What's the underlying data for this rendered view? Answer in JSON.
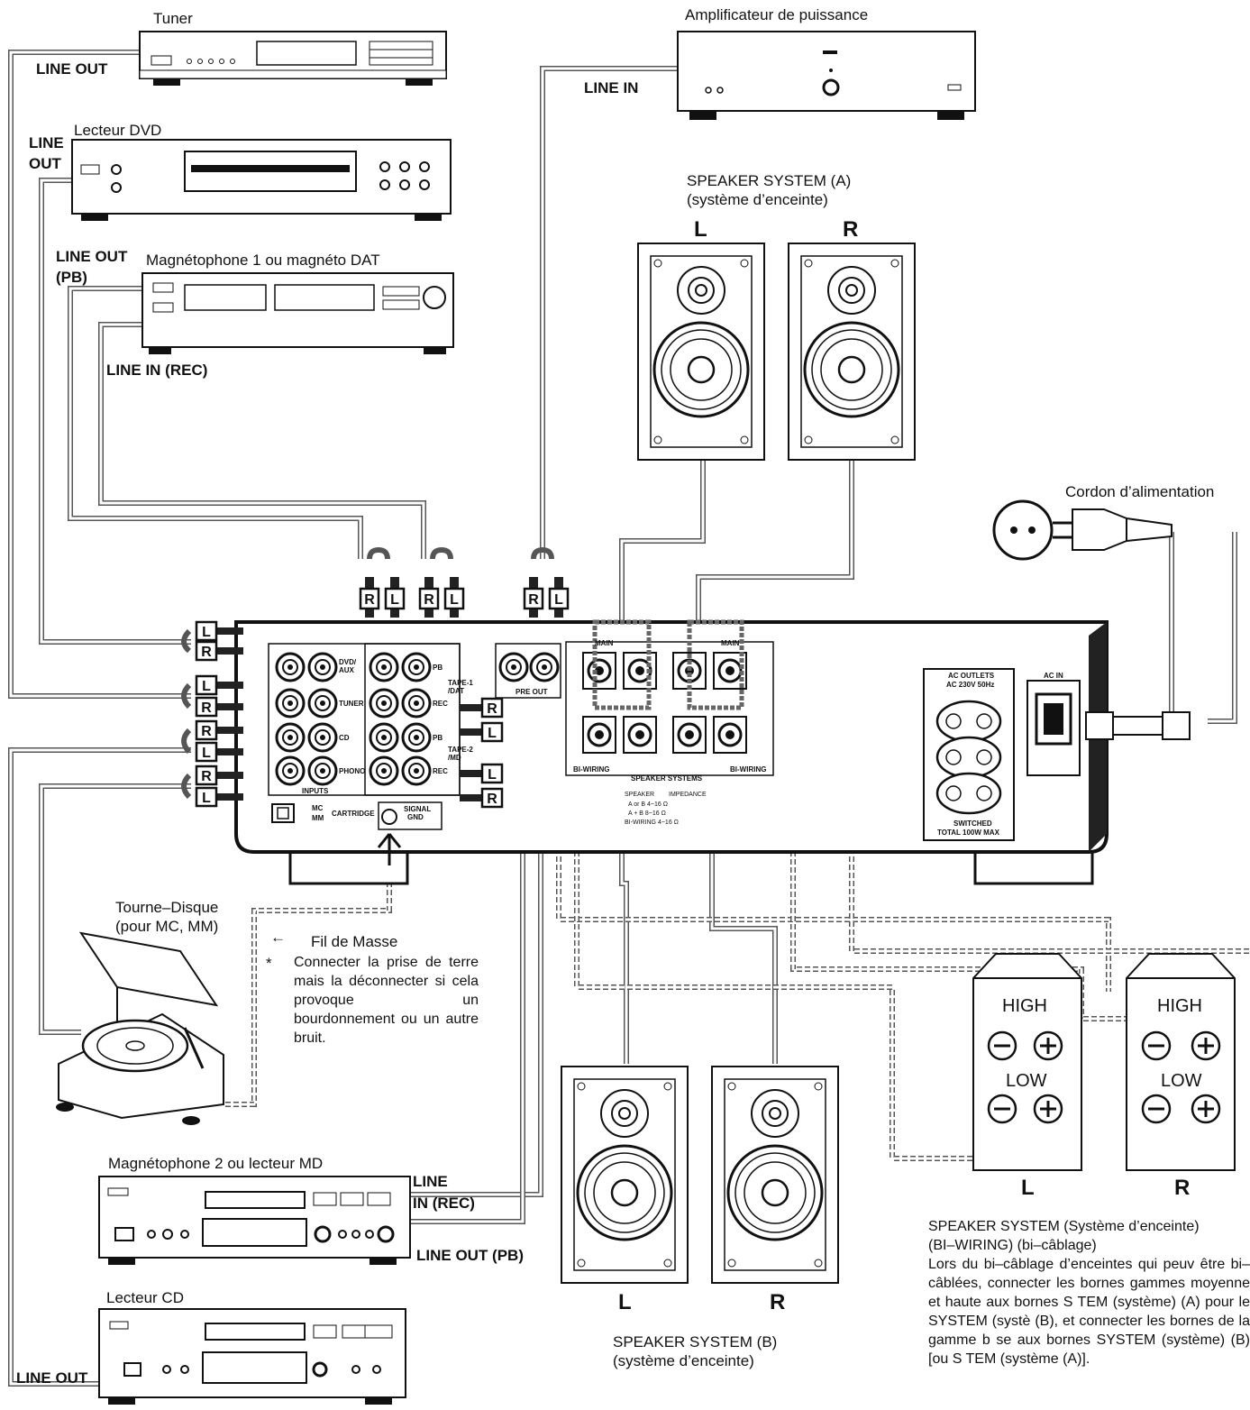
{
  "devices": {
    "tuner": "Tuner",
    "power_amp": "Amplificateur de puissance",
    "dvd": "Lecteur DVD",
    "tape1": "Magnétophone 1 ou magnéto DAT",
    "turntable": "Tourne–Disque",
    "turntable_sub": "(pour MC, MM)",
    "tape2": "Magnétophone 2 ou lecteur MD",
    "cd": "Lecteur CD",
    "power_cord": "Cordon d’alimentation"
  },
  "connections": {
    "tuner_out": "LINE OUT",
    "amp_in": "LINE IN",
    "dvd_out_1": "LINE",
    "dvd_out_2": "OUT",
    "tape1_out_1": "LINE OUT",
    "tape1_out_2": "(PB)",
    "tape1_in": "LINE IN (REC)",
    "tape2_in_1": "LINE",
    "tape2_in_2": "IN (REC)",
    "tape2_out": "LINE OUT (PB)",
    "cd_out": "LINE OUT"
  },
  "speakers": {
    "a_title": "SPEAKER SYSTEM (A)",
    "a_sub": "(système d’enceinte)",
    "b_title": "SPEAKER SYSTEM (B)",
    "b_sub": "(système d’enceinte)",
    "left": "L",
    "right": "R",
    "high": "HIGH",
    "low": "LOW"
  },
  "ground": {
    "label": "Fil de Masse",
    "asterisk": "*",
    "note": "Connecter la prise de terre mais la déconnecter si cela provoque un bourdonnement ou un autre bruit."
  },
  "biwiring": {
    "title_1": "SPEAKER SYSTEM (Système d’enceinte)",
    "title_2": "(BI–WIRING) (bi–câblage)",
    "body": "Lors du bi–câblage d’enceintes qui peuv être bi–câblées, connecter les bornes gammes moyenne et haute aux bornes S TEM (système) (A) pour le SYSTEM (systè (B), et connecter les bornes de la gamme b se aux bornes SYSTEM (système) (B) [ou S TEM (système (A)]."
  },
  "panel": {
    "dvd_aux_1": "DVD/",
    "dvd_aux_2": "AUX",
    "tuner": "TUNER",
    "cd": "CD",
    "phono": "PHONO",
    "pb1": "PB",
    "rec1": "REC",
    "tape1_1": "TAPE-1",
    "tape1_2": "/DAT",
    "pb2": "PB",
    "rec2": "REC",
    "tape2_1": "TAPE-2",
    "tape2_2": "/MD",
    "inputs": "INPUTS",
    "mc": "MC",
    "mm": "MM",
    "cartridge": "CARTRIDGE",
    "signal_1": "SIGNAL",
    "signal_2": "GND",
    "pre_out": "PRE OUT",
    "main": "MAIN",
    "bi_wiring": "BI-WIRING",
    "speaker_systems": "SPEAKER   SYSTEMS",
    "imp_head_1": "SPEAKER",
    "imp_head_2": "IMPEDANCE",
    "imp_r1": "A or B     4~16 Ω",
    "imp_r2": "A + B      8~16 Ω",
    "imp_r3": "BI-WIRING  4~16 Ω",
    "ac_outlets": "AC OUTLETS",
    "ac_volt": "AC 230V 50Hz",
    "ac_in": "AC IN",
    "switched_1": "SWITCHED",
    "switched_2": "TOTAL 100W MAX"
  },
  "plugs": {
    "l": "L",
    "r": "R"
  }
}
